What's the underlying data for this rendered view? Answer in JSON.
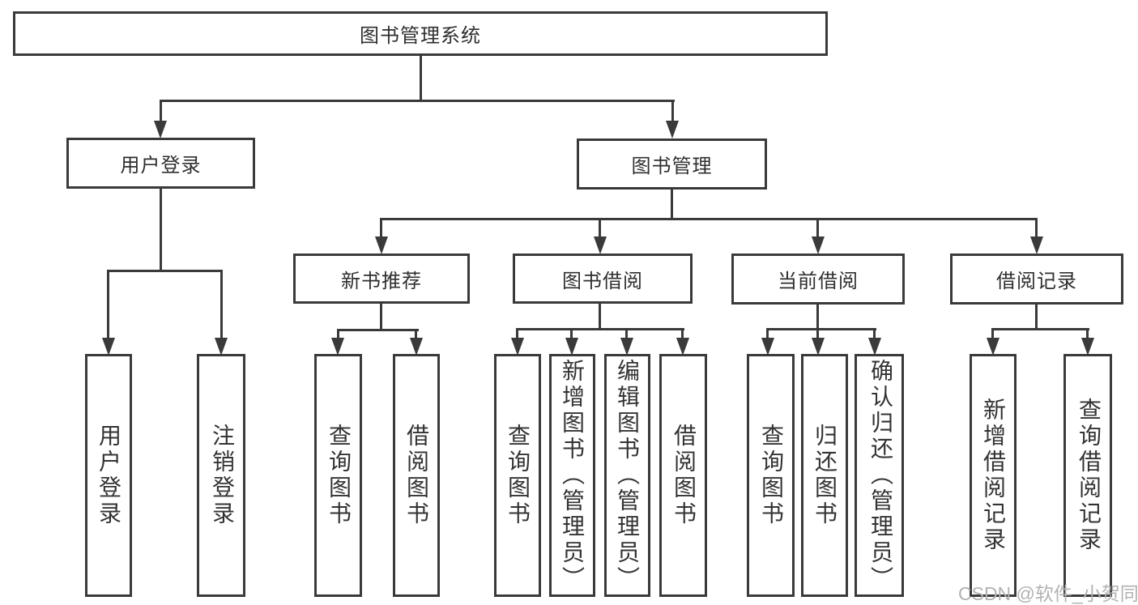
{
  "diagram": {
    "root": {
      "label": "图书管理系统"
    },
    "branches": [
      {
        "label": "用户登录",
        "children": [
          {
            "label": "用户登录"
          },
          {
            "label": "注销登录"
          }
        ]
      },
      {
        "label": "图书管理",
        "children": [
          {
            "label": "新书推荐",
            "children": [
              {
                "label": "查询图书"
              },
              {
                "label": "借阅图书"
              }
            ]
          },
          {
            "label": "图书借阅",
            "children": [
              {
                "label": "查询图书"
              },
              {
                "label": "新增图书（管理员）"
              },
              {
                "label": "编辑图书（管理员）"
              },
              {
                "label": "借阅图书"
              }
            ]
          },
          {
            "label": "当前借阅",
            "children": [
              {
                "label": "查询图书"
              },
              {
                "label": "归还图书"
              },
              {
                "label": "确认归还（管理员）"
              }
            ]
          },
          {
            "label": "借阅记录",
            "children": [
              {
                "label": "新增借阅记录"
              },
              {
                "label": "查询借阅记录"
              }
            ]
          }
        ]
      }
    ]
  },
  "watermark": {
    "text": "CSDN @软件_小贺同学"
  },
  "colors": {
    "line": "#3a3a3a",
    "text": "#333333",
    "watermark": "#b2b2b2",
    "background": "#ffffff"
  }
}
